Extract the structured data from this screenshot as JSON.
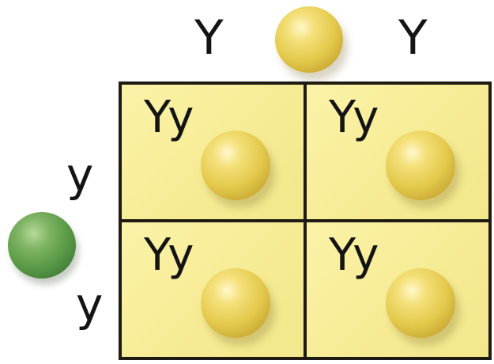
{
  "top_alleles": [
    "Y",
    "Y"
  ],
  "side_alleles": [
    "y",
    "y"
  ],
  "cells": [
    {
      "genotype": "Yy",
      "pea": "yellow-pea-icon"
    },
    {
      "genotype": "Yy",
      "pea": "yellow-pea-icon"
    },
    {
      "genotype": "Yy",
      "pea": "yellow-pea-icon"
    },
    {
      "genotype": "Yy",
      "pea": "yellow-pea-icon"
    }
  ],
  "parent_peas": {
    "top": "yellow-pea-icon",
    "side": "green-pea-icon"
  },
  "colors": {
    "grid_fill": "#f9ef9d",
    "grid_border": "#1f1a12",
    "yellow_pea": "#e3c84a",
    "green_pea": "#5a9a48"
  }
}
